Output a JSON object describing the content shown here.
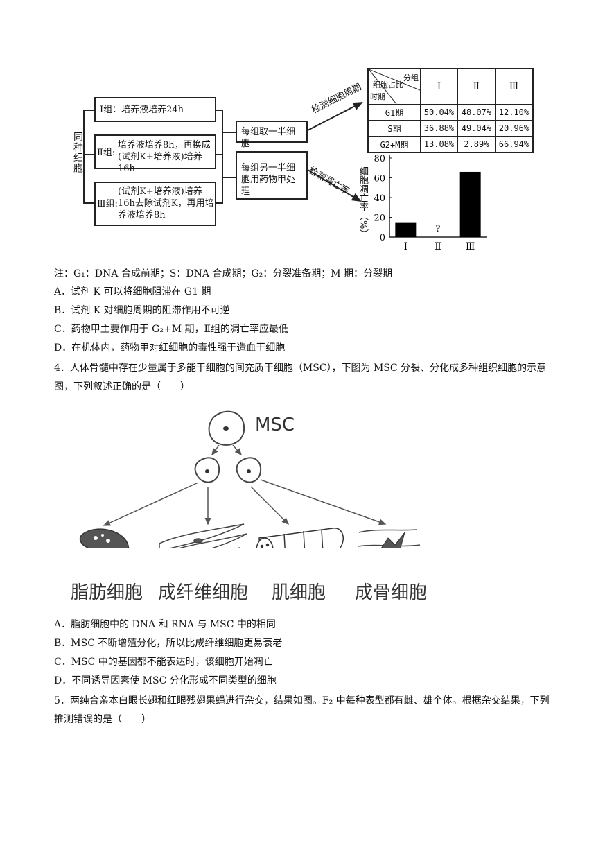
{
  "diagram1": {
    "same_cell": "同种细胞",
    "group1": "Ⅰ组：培养液培养24h",
    "group2_label": "Ⅱ组:",
    "group2_text": "培养液培养8h，再换成(试剂K+培养液)培养16h",
    "group3_label": "Ⅲ组:",
    "group3_text": "(试剂K+培养液)培养16h去除试剂K，再用培养液培养8h",
    "half1": "每组取一半细胞",
    "half2": "每组另一半细胞用药物甲处理",
    "arrow1_label": "检测细胞周期",
    "arrow2_label": "检测凋亡率",
    "table": {
      "corner_top": "分组",
      "corner_mid": "细胞占比",
      "corner_bottom": "时期",
      "columns": [
        "Ⅰ",
        "Ⅱ",
        "Ⅲ"
      ],
      "rows": [
        {
          "phase": "G1期",
          "values": [
            "50.04%",
            "48.07%",
            "12.10%"
          ]
        },
        {
          "phase": "S期",
          "values": [
            "36.88%",
            "49.04%",
            "20.96%"
          ]
        },
        {
          "phase": "G2+M期",
          "values": [
            "13.08%",
            "2.89%",
            "66.94%"
          ]
        }
      ]
    }
  },
  "chart_data": {
    "type": "bar",
    "categories": [
      "Ⅰ",
      "Ⅱ",
      "Ⅲ"
    ],
    "values": [
      15,
      null,
      66
    ],
    "unknown_marker": "?",
    "ylabel": "细胞凋亡率（%）",
    "yticks": [
      "0",
      "20",
      "40",
      "60",
      "80"
    ],
    "ylim": [
      0,
      80
    ]
  },
  "q3": {
    "note": "注：G₁：DNA 合成前期；S：DNA 合成期；G₂：分裂准备期；M 期：分裂期",
    "options": [
      "A．试剂 K 可以将细胞阻滞在 G1 期",
      "B．试剂 K 对细胞周期的阻滞作用不可逆",
      "C．药物甲主要作用于 G₂+M 期，Ⅱ组的凋亡率应最低",
      "D．在机体内，药物甲对红细胞的毒性强于造血干细胞"
    ]
  },
  "q4": {
    "stem": "4．人体骨髓中存在少量属于多能干细胞的间充质干细胞（MSC），下图为 MSC 分裂、分化成多种组织细胞的示意图，下列叙述正确的是（　　）",
    "diagram": {
      "msc_label": "MSC",
      "cells": [
        "脂肪细胞",
        "成纤维细胞",
        "肌细胞",
        "成骨细胞"
      ]
    },
    "options": [
      "A．脂肪细胞中的 DNA 和 RNA 与 MSC 中的相同",
      "B．MSC 不断增殖分化，所以比成纤维细胞更易衰老",
      "C．MSC 中的基因都不能表达时，该细胞开始凋亡",
      "D．不同诱导因素使 MSC 分化形成不同类型的细胞"
    ]
  },
  "q5": {
    "stem": "5．两纯合亲本白眼长翅和红眼残翅果蝇进行杂交，结果如图。F₂ 中每种表型都有雌、雄个体。根据杂交结果，下列推测错误的是（　　）"
  }
}
